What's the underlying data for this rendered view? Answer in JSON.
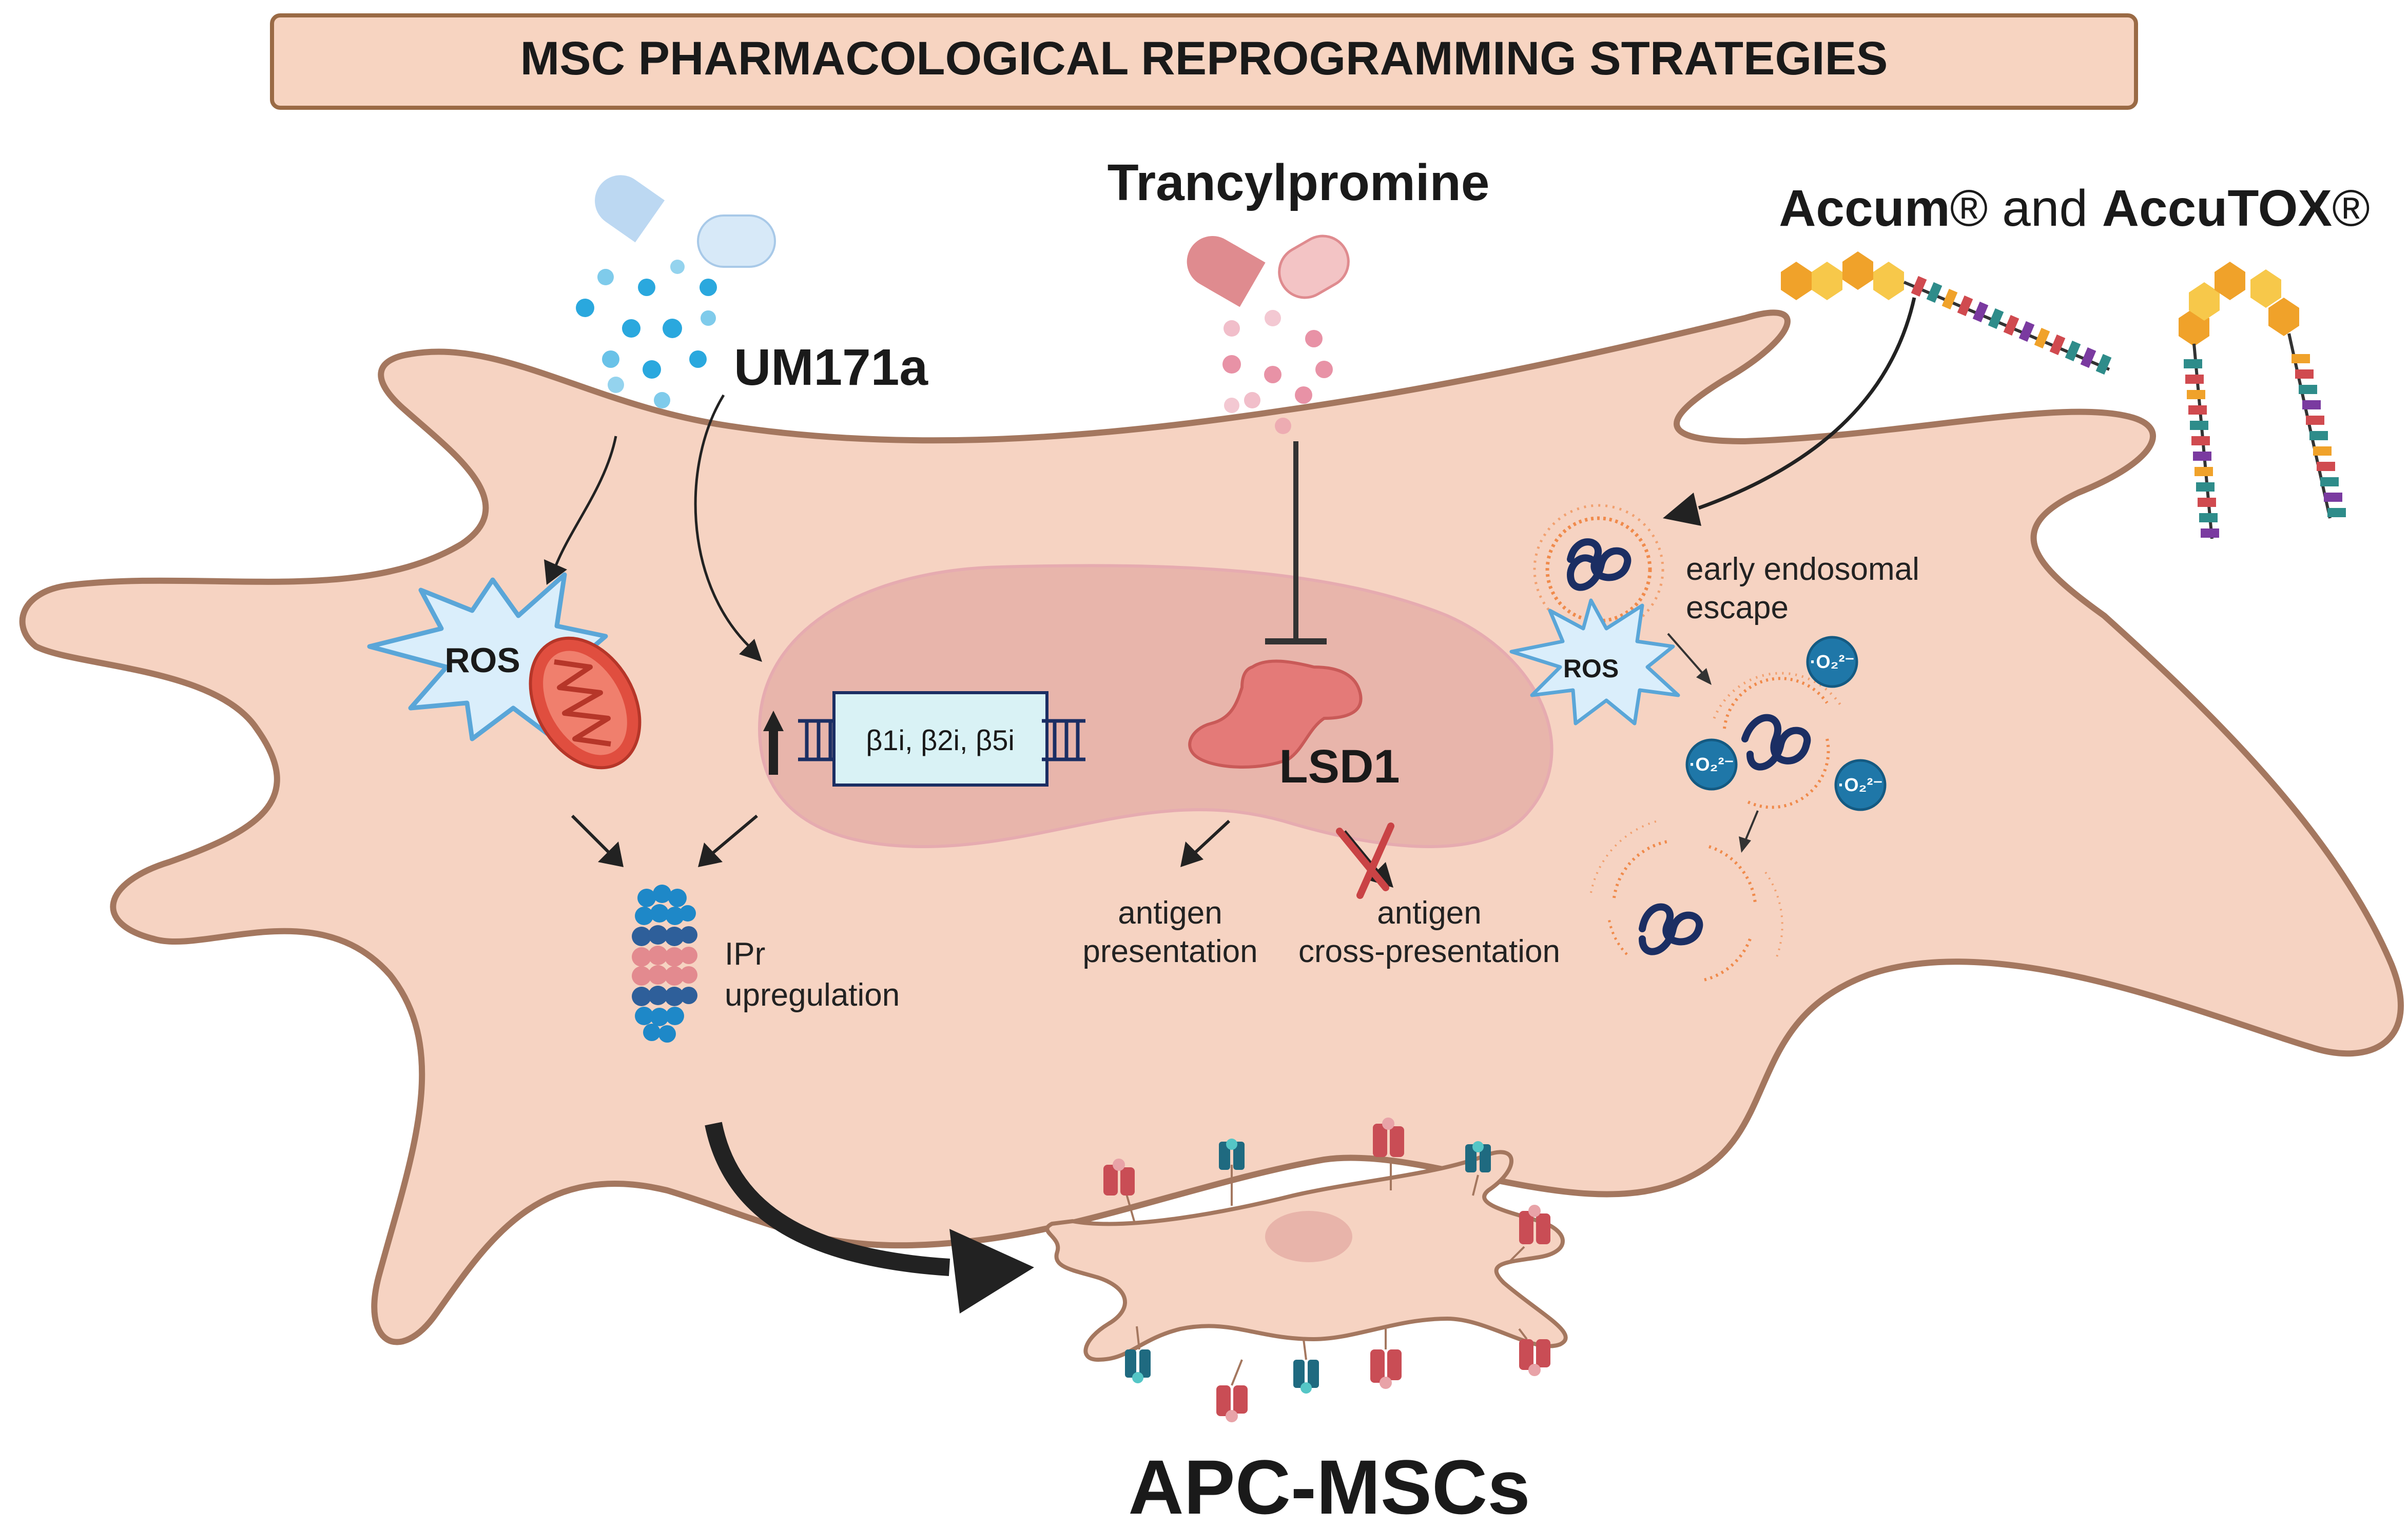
{
  "header": {
    "title": "MSC PHARMACOLOGICAL REPROGRAMMING STRATEGIES"
  },
  "drugs": {
    "um171a": "UM171a",
    "trancylpromine": "Trancylpromine",
    "accum_part1": "Accum",
    "accum_reg1": "®",
    "accum_and": " and ",
    "accum_part2": "AccuTOX",
    "accum_reg2": "®"
  },
  "labels": {
    "ros_left": "ROS",
    "ros_right": "ROS",
    "genes": "β1i, β2i, β5i",
    "ipr_line1": "IPr",
    "ipr_line2": "upregulation",
    "lsd1": "LSD1",
    "antigen_pres_line1": "antigen",
    "antigen_pres_line2": "presentation",
    "cross_pres_line1": "antigen",
    "cross_pres_line2": "cross-presentation",
    "endosomal_line1": "early endosomal",
    "endosomal_line2": "escape",
    "superoxide": "·O₂²⁻",
    "result": "APC-MSCs"
  },
  "colors": {
    "cell_fill": "#f6d3c2",
    "cell_stroke": "#a4775f",
    "nucleus_fill": "#e8b4aa",
    "title_box_fill": "#f7d4c1",
    "title_box_stroke": "#9a6a45",
    "capsule_blue": "#bcd8f2",
    "dots_blue": "#2aa8de",
    "capsule_red": "#df8b8f",
    "dots_pink": "#e892a6",
    "ros_star_fill": "#daeefb",
    "ros_star_stroke": "#5aa6d8",
    "mitochondria": "#e04e3f",
    "lsd1_protein": "#e47a78",
    "superoxide_fill": "#1f77a8",
    "endosome_ring": "#f08a4b",
    "dark_blue": "#1b2e63",
    "mhc_red": "#c94d55",
    "mhc_teal": "#1f6a80"
  }
}
